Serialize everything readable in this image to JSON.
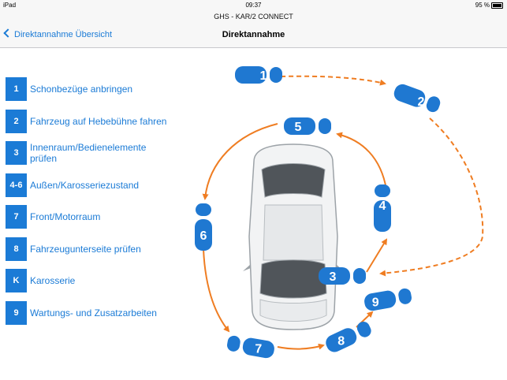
{
  "status": {
    "device": "iPad",
    "time": "09:37",
    "battery": "95 %"
  },
  "app_title": "GHS - KAR/2 CONNECT",
  "nav": {
    "back_label": "Direktannahme Übersicht",
    "title": "Direktannahme"
  },
  "steps": [
    {
      "num": "1",
      "label": "Schonbezüge anbringen"
    },
    {
      "num": "2",
      "label": "Fahrzeug auf Hebebühne fahren"
    },
    {
      "num": "3",
      "label": "Innenraum/Bedienelemente prüfen"
    },
    {
      "num": "4-6",
      "label": "Außen/Karosseriezustand"
    },
    {
      "num": "7",
      "label": "Front/Motorraum"
    },
    {
      "num": "8",
      "label": "Fahrzeugunterseite prüfen"
    },
    {
      "num": "K",
      "label": "Karosserie"
    },
    {
      "num": "9",
      "label": "Wartungs- und Zusatzarbeiten"
    }
  ],
  "footprints": [
    "1",
    "2",
    "3",
    "4",
    "5",
    "6",
    "7",
    "8",
    "9"
  ],
  "colors": {
    "accent": "#1b7bd6",
    "footprint": "#1f78d1",
    "path": "#ef7d22"
  }
}
